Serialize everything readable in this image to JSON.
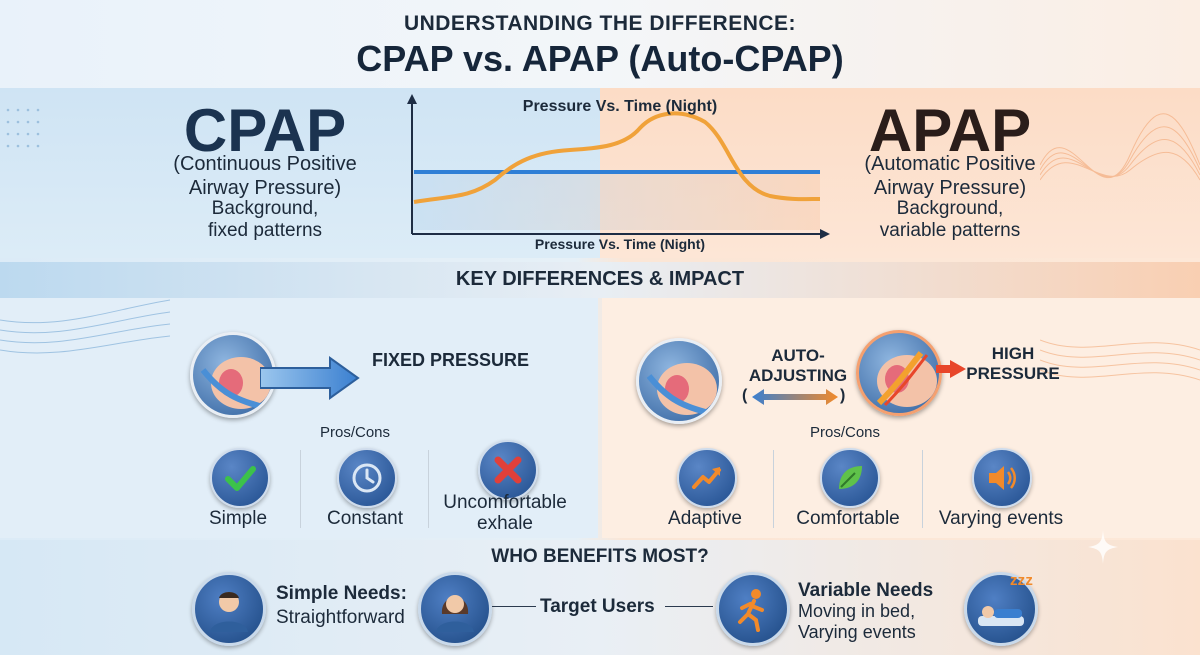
{
  "header": {
    "subtitle": "UNDERSTANDING THE DIFFERENCE:",
    "title": "CPAP vs. APAP (Auto-CPAP)"
  },
  "cpap": {
    "name": "CPAP",
    "full_line1": "(Continuous Positive",
    "full_line2": "Airway Pressure)",
    "note_line1": "Background,",
    "note_line2": "fixed patterns"
  },
  "apap": {
    "name": "APAP",
    "full_line1": "(Automatic Positive",
    "full_line2": "Airway Pressure)",
    "note_line1": "Background,",
    "note_line2": "variable patterns"
  },
  "chart": {
    "title": "Pressure Vs. Time (Night)",
    "xlabel": "Pressure Vs. Time (Night)",
    "colors": {
      "cpap": "#2f7fd6",
      "apap": "#f0a23a"
    }
  },
  "key_section": {
    "title": "KEY DIFFERENCES & IMPACT"
  },
  "left_panel": {
    "mode_label": "FIXED PRESSURE",
    "pros_cons_label": "Pros/Cons",
    "items": [
      {
        "icon": "check-icon",
        "label": "Simple"
      },
      {
        "icon": "clock-icon",
        "label": "Constant"
      },
      {
        "icon": "x-icon",
        "label_line1": "Uncomfortable",
        "label_line2": "exhale"
      }
    ]
  },
  "right_panel": {
    "auto_line1": "AUTO-",
    "auto_line2": "ADJUSTING",
    "paren_open": "(",
    "paren_close": ")",
    "high_line1": "HIGH",
    "high_line2": "PRESSURE",
    "pros_cons_label": "Pros/Cons",
    "items": [
      {
        "icon": "trend-up-icon",
        "label": "Adaptive"
      },
      {
        "icon": "leaf-icon",
        "label": "Comfortable"
      },
      {
        "icon": "speaker-icon",
        "label": "Varying events"
      }
    ]
  },
  "who_section": {
    "title": "WHO BENEFITS MOST?",
    "simple_title": "Simple Needs:",
    "simple_desc": "Straightforward",
    "target_label": "Target Users",
    "variable_title": "Variable Needs",
    "variable_line1": "Moving in bed,",
    "variable_line2": "Varying events",
    "zzz": "z z z"
  }
}
